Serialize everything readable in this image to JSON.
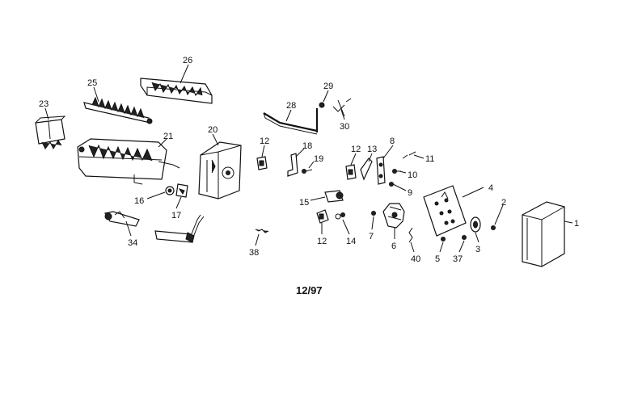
{
  "diagram": {
    "date_code": "12/97",
    "callouts": {
      "p1": "1",
      "p2": "2",
      "p3": "3",
      "p4": "4",
      "p5": "5",
      "p6": "6",
      "p7": "7",
      "p8": "8",
      "p9": "9",
      "p10": "10",
      "p11": "11",
      "p12a": "12",
      "p12b": "12",
      "p12c": "12",
      "p13": "13",
      "p14": "14",
      "p15": "15",
      "p16": "16",
      "p17": "17",
      "p18": "18",
      "p19": "19",
      "p20": "20",
      "p21": "21",
      "p23": "23",
      "p25": "25",
      "p26": "26",
      "p28": "28",
      "p29": "29",
      "p30": "30",
      "p34": "34",
      "p37": "37",
      "p38": "38",
      "p40": "40"
    }
  }
}
